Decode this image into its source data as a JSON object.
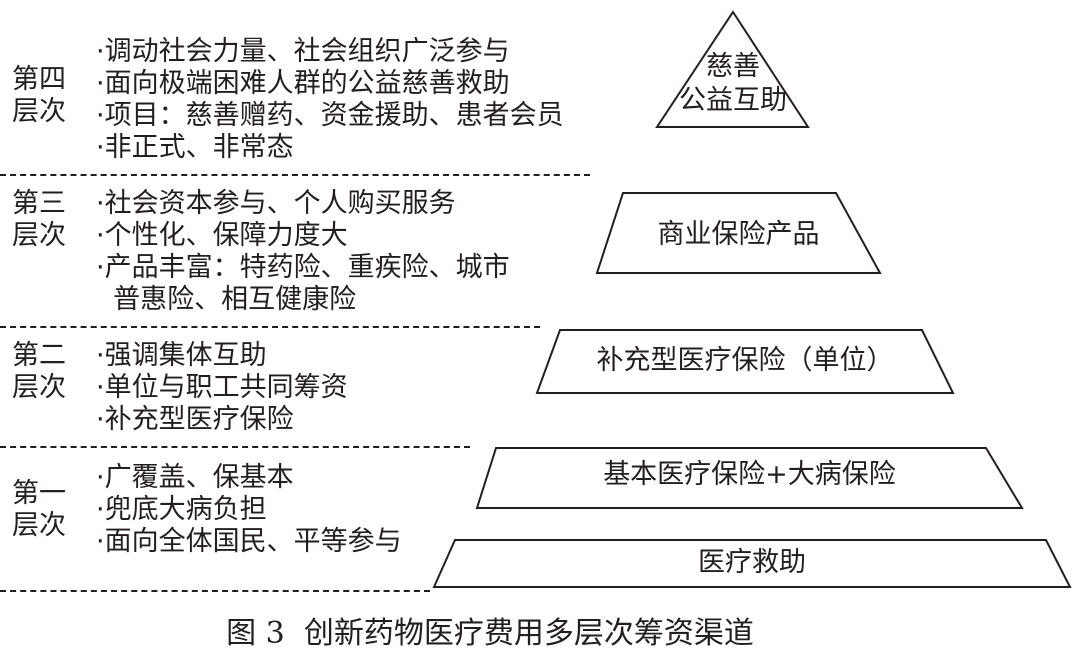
{
  "levels": [
    {
      "name_line1": "第四",
      "name_line2": "层次",
      "items": [
        "·调动社会力量、社会组织广泛参与",
        "·面向极端困难人群的公益慈善救助",
        "·项目：慈善赠药、资金援助、患者会员",
        "·非正式、非常态"
      ]
    },
    {
      "name_line1": "第三",
      "name_line2": "层次",
      "items": [
        "·社会资本参与、个人购买服务",
        "·个性化、保障力度大",
        "·产品丰富：特药险、重疾险、城市",
        "  普惠险、相互健康险"
      ]
    },
    {
      "name_line1": "第二",
      "name_line2": "层次",
      "items": [
        "·强调集体互助",
        "·单位与职工共同筹资",
        "·补充型医疗保险"
      ]
    },
    {
      "name_line1": "第一",
      "name_line2": "层次",
      "items": [
        "·广覆盖、保基本",
        "·兜底大病负担",
        "·面向全体国民、平等参与"
      ]
    }
  ],
  "pyramid": {
    "top_line1": "慈善",
    "top_line2": "公益互助",
    "tier3": "商业保险产品",
    "tier2": "补充型医疗保险（单位）",
    "tier1": "基本医疗保险+大病保险",
    "tier0": "医疗救助"
  },
  "caption": "图 3  创新药物医疗费用多层次筹资渠道"
}
